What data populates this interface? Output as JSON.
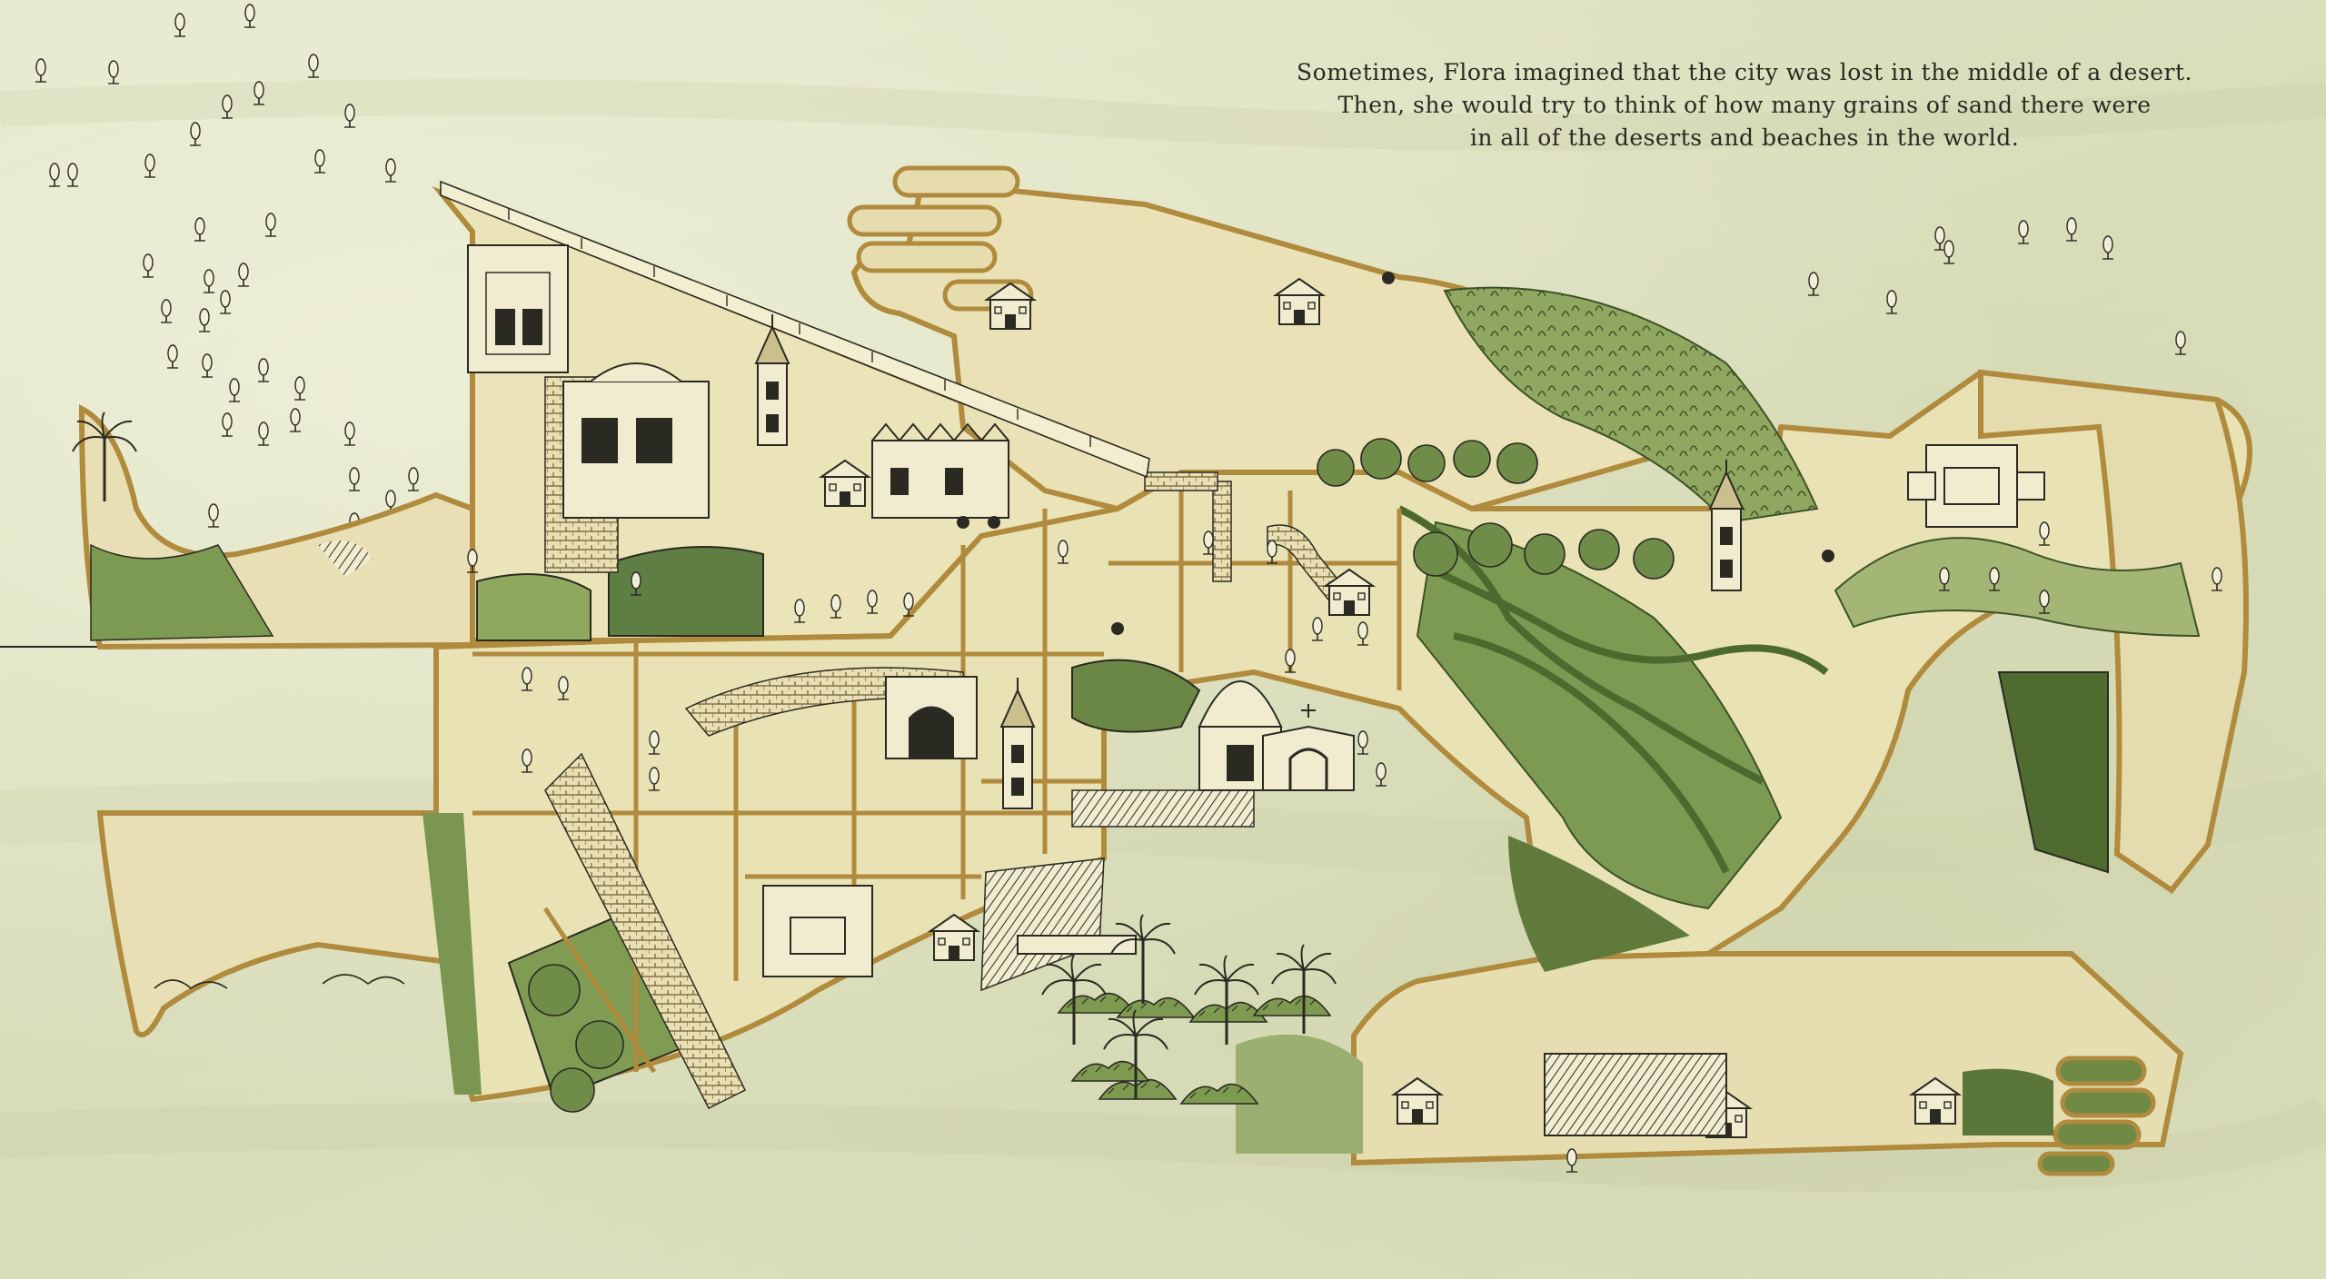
{
  "caption": {
    "line1": "Sometimes, Flora imagined that the city was lost in the middle of a desert.",
    "line2": "Then, she would try to think of how many grains of sand there were",
    "line3": "in all of the deserts and beaches in the world."
  },
  "colors": {
    "paper": "#dfe3c4",
    "road": "#efe6b6",
    "road_edge": "#c9a24e",
    "ink": "#2a2a22",
    "green_dark": "#5f7a3a",
    "green_light": "#a9bb78"
  },
  "icons": [
    "tree-icon",
    "palm-tree-icon",
    "building-icon",
    "church-icon",
    "castle-icon",
    "hill-icon"
  ]
}
